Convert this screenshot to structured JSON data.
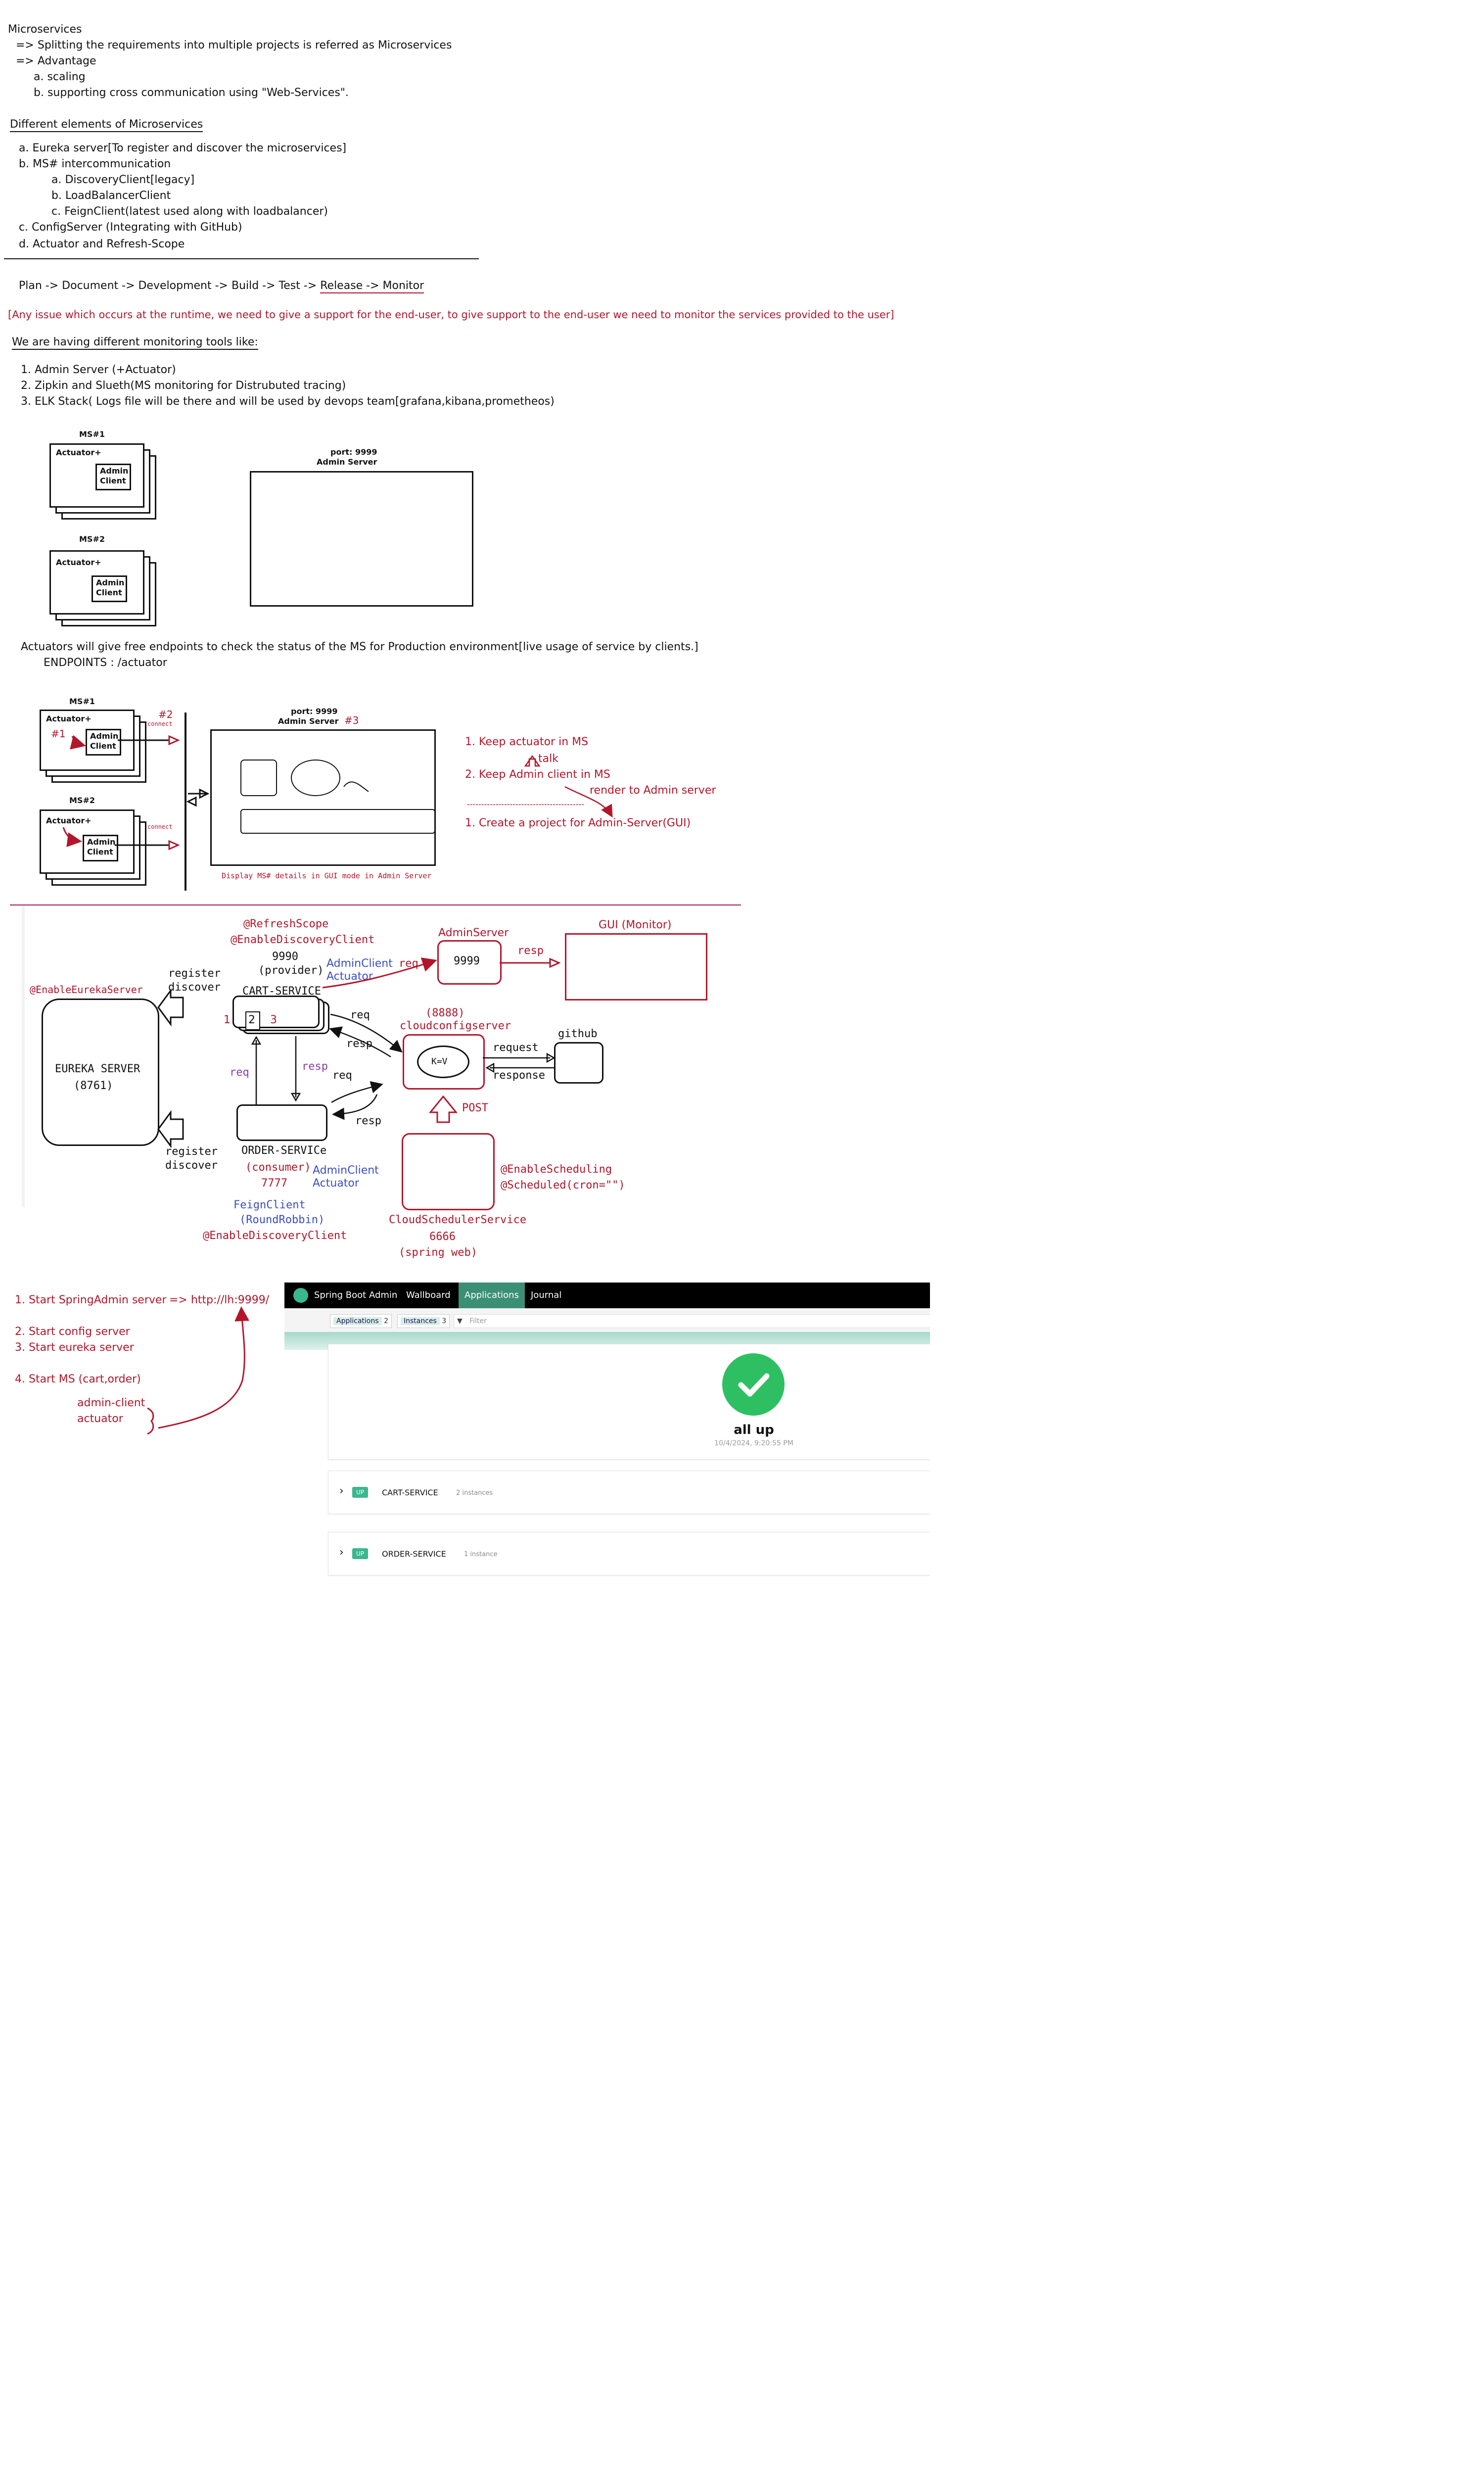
{
  "notes": {
    "title": "Microservices",
    "l1": "=> Splitting the requirements into multiple projects is referred as Microservices",
    "l2": "=> Advantage",
    "l3": "a. scaling",
    "l4": "b. supporting cross communication using \"Web-Services\".",
    "elements_title": "Different elements of Microservices",
    "e1": "a.  Eureka server[To register and discover the microservices]",
    "e2": "b.  MS# intercommunication",
    "e3": "a. DiscoveryClient[legacy]",
    "e4": "b. LoadBalancerClient",
    "e5": "c. FeignClient(latest used along with loadbalancer)",
    "e6": "c. ConfigServer (Integrating with GitHub)",
    "e7": "d. Actuator and Refresh-Scope",
    "lifecycle_a": "Plan -> Document -> Development -> Build -> Test -> ",
    "lifecycle_b": "Release -> Monitor",
    "runtime_note": "[Any issue which occurs at the runtime, we need to give a support for the end-user, to give support to the end-user we need to monitor the services provided to the user]",
    "tools_title": "We are having different monitoring tools like:",
    "t1": "1.  Admin Server (+Actuator)",
    "t2": "2.  Zipkin and Slueth(MS monitoring for Distrubuted tracing)",
    "t3": "3.  ELK Stack( Logs file will be there and will be used by devops team[grafana,kibana,prometheos)",
    "act1": "Actuators will give free endpoints to check the status of the MS for Production environment[live usage of service by clients.]",
    "act2": "ENDPOINTS : /actuator"
  },
  "diagram1": {
    "ms1": "MS#1",
    "ms2": "MS#2",
    "actuator": "Actuator+",
    "admin": "Admin",
    "client": "Client",
    "port": "port: 9999",
    "server": "Admin Server"
  },
  "diagram2": {
    "ms1": "MS#1",
    "ms2": "MS#2",
    "actuator": "Actuator+",
    "admin": "Admin",
    "client": "Client",
    "n1": "#1",
    "n2": "#2",
    "n3": "#3",
    "connect": "connect",
    "port": "port: 9999",
    "server": "Admin Server",
    "display": "Display MS# details in GUI mode in Admin Server",
    "s1": "1. Keep actuator in MS",
    "talk": "talk",
    "s2": "2. Keep Admin client in MS",
    "render": "render to Admin server",
    "dashes": "-----------------------------------------",
    "s3": "1. Create a project for Admin-Server(GUI)"
  },
  "diagram3": {
    "refresh": "@RefreshScope",
    "edc_top": "@EnableDiscoveryClient",
    "p9990": "9990",
    "provider": "(provider)",
    "adminclient_top": "AdminClient",
    "actuator_top": "Actuator",
    "cart": "CART-SERVICE",
    "i1": "1",
    "i2": "2",
    "i3": "3",
    "enable_eureka": "@EnableEurekaServer",
    "eureka1": "EUREKA SERVER",
    "eureka2": "(8761)",
    "register_top": "register",
    "discover_top": "discover",
    "register_bot": "register",
    "discover_bot": "discover",
    "req_left": "req",
    "resp_mid": "resp",
    "order": "ORDER-SERVICe",
    "consumer": "(consumer)",
    "p7777": "7777",
    "adminclient_bot": "AdminClient",
    "actuator_bot": "Actuator",
    "feign": "FeignClient",
    "roundrobin": "(RoundRobbin)",
    "edc_bot": "@EnableDiscoveryClient",
    "adminserver": "AdminServer",
    "p9999": "9999",
    "req_top": "req",
    "resp_top": "resp",
    "gui": "GUI (Monitor)",
    "p8888": "(8888)",
    "ccs": "cloudconfigserver",
    "kv": "K=V",
    "req_a": "req",
    "resp_a": "resp",
    "req_b": "req",
    "resp_b": "resp",
    "request": "request",
    "response": "response",
    "github": "github",
    "post": "POST",
    "sched1": "@EnableScheduling",
    "sched2": "@Scheduled(cron=\"\")",
    "cloudsched": "CloudSchedulerService",
    "p6666": "6666",
    "springweb": "(spring web)"
  },
  "steps": {
    "s1a": "1. Start SpringAdmin server",
    "s1b": "=> http://lh:9999/",
    "s2": "2. Start config server",
    "s3": "3. Start eureka server",
    "s4": "4. Start MS (cart,order)",
    "c1": "admin-client",
    "c2": "actuator"
  },
  "sba": {
    "brand": "Spring Boot Admin",
    "nav_wallboard": "Wallboard",
    "nav_applications": "Applications",
    "nav_journal": "Journal",
    "apps_label": "Applications",
    "apps_count": "2",
    "inst_label": "Instances",
    "inst_count": "3",
    "filter_placeholder": "Filter",
    "status": "all up",
    "timestamp": "10/4/2024, 9:20:55 PM",
    "apps": [
      {
        "status": "UP",
        "name": "CART-SERVICE",
        "instances": "2 instances"
      },
      {
        "status": "UP",
        "name": "ORDER-SERVICE",
        "instances": "1 instance"
      }
    ]
  }
}
